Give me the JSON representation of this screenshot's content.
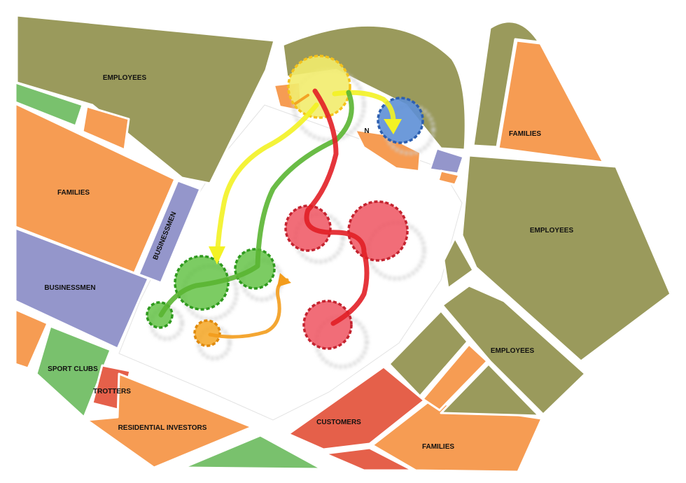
{
  "labels": {
    "employees_top": "EMPLOYEES",
    "families_left": "FAMILIES",
    "businessmen_diag": "BUSINESSMEN",
    "businessmen_left": "BUSINESSMEN",
    "sport_clubs": "SPORT CLUBS",
    "trotters": "TROTTERS",
    "residential_investors": "RESIDENTIAL INVESTORS",
    "customers": "CUSTOMERS",
    "families_bottom": "FAMILIES",
    "employees_mid": "EMPLOYEES",
    "employees_right": "EMPLOYEES",
    "families_top_right": "FAMILIES",
    "stray_letter": "N"
  },
  "colors": {
    "olive": "#9a9a5c",
    "orange": "#f69c53",
    "purple": "#9496cb",
    "green_parcel": "#79c16d",
    "red_parcel": "#e5604a",
    "yellow_hub": "#f2ec6d",
    "blue_hub": "#5d8fd6",
    "green_node": "#5bbf3c",
    "red_node": "#ef5360",
    "orange_node": "#f5a623",
    "flow_yellow": "#f3f224",
    "flow_green": "#5ab532",
    "flow_red": "#e21f26",
    "flow_orange": "#f39c1c"
  }
}
